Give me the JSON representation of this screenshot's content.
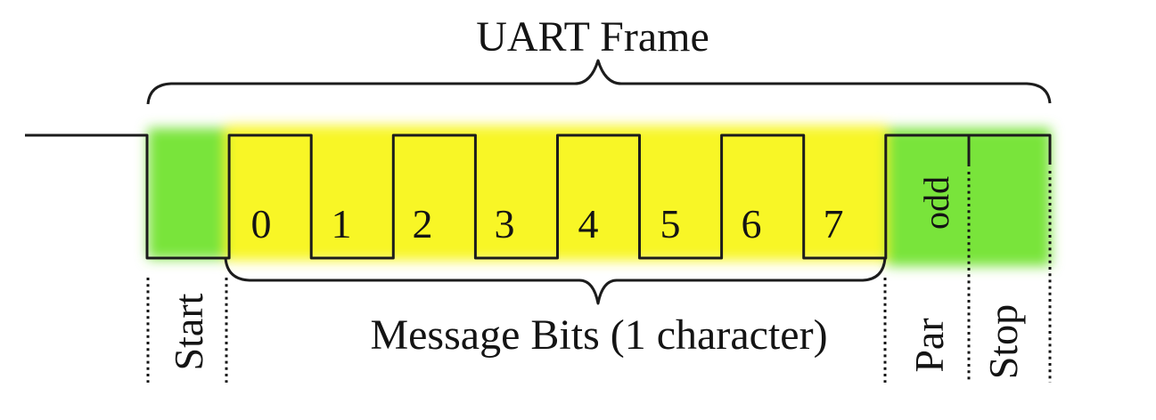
{
  "title": "UART Frame",
  "frame": {
    "message_label": "Message Bits (1 character)",
    "start_label": "Start",
    "parity_label": "Par",
    "stop_label": "Stop",
    "parity_value": "odd"
  },
  "bits": {
    "labels": [
      "0",
      "1",
      "2",
      "3",
      "4",
      "5",
      "6",
      "7"
    ]
  },
  "signal": {
    "idle_level": 1,
    "start_level": 0,
    "bit_levels": [
      1,
      0,
      1,
      0,
      1,
      0,
      1,
      0
    ],
    "parity_level": 1,
    "stop_level": 1
  },
  "colors": {
    "start_stop_highlight": "#79e43a",
    "data_highlight": "#f8f627",
    "line": "#1c1c1c",
    "parity_text": "#2c3a10"
  }
}
